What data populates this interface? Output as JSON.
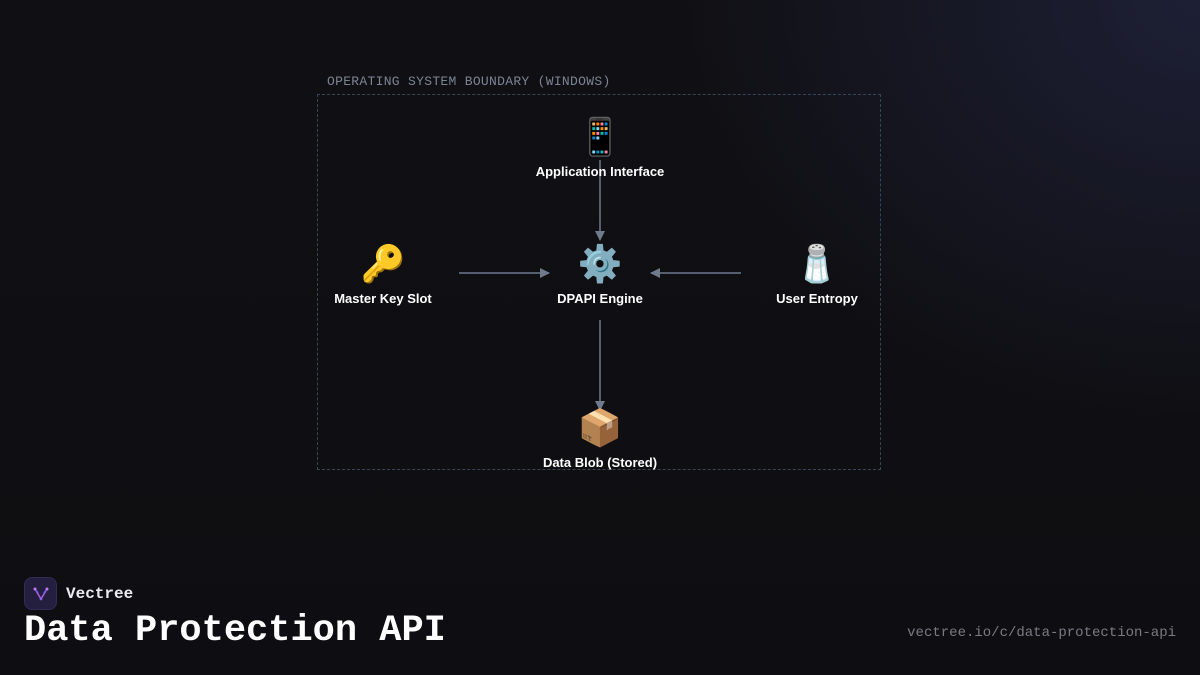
{
  "diagram": {
    "boundary_label": "OPERATING SYSTEM BOUNDARY (WINDOWS)",
    "nodes": {
      "app": {
        "icon": "📱",
        "icon_name": "mobile-phone-icon",
        "label": "Application Interface"
      },
      "master_key": {
        "icon": "🔑",
        "icon_name": "key-icon",
        "label": "Master Key Slot"
      },
      "engine": {
        "icon": "⚙️",
        "icon_name": "gear-icon",
        "label": "DPAPI Engine"
      },
      "entropy": {
        "icon": "🧂",
        "icon_name": "salt-shaker-icon",
        "label": "User Entropy"
      },
      "blob": {
        "icon": "📦",
        "icon_name": "package-icon",
        "label": "Data Blob (Stored)"
      }
    },
    "edges": [
      {
        "from": "app",
        "to": "engine"
      },
      {
        "from": "master_key",
        "to": "engine"
      },
      {
        "from": "entropy",
        "to": "engine"
      },
      {
        "from": "engine",
        "to": "blob"
      }
    ],
    "colors": {
      "arrow": "#6f7a8c",
      "boundary": "#3a4454"
    }
  },
  "footer": {
    "brand_name": "Vectree",
    "brand_icon": "vectree-logo-icon",
    "title": "Data Protection API",
    "url": "vectree.io/c/data-protection-api"
  }
}
